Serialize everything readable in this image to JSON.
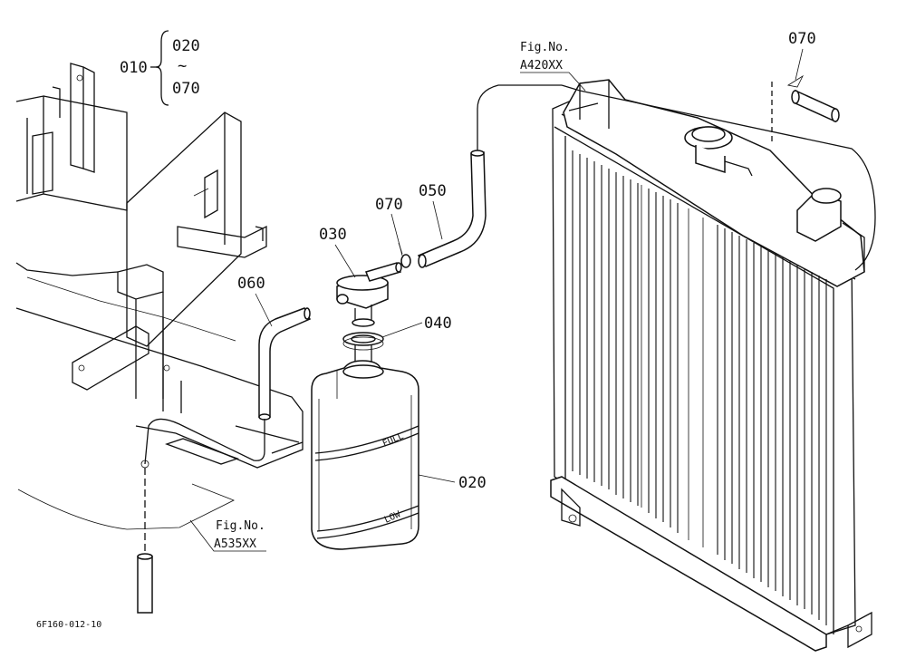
{
  "diagram": {
    "drawing_number": "6F160-012-10",
    "group_labels": {
      "parent": "010",
      "range_start": "020",
      "range_symbol": "~",
      "range_end": "070"
    },
    "callouts": {
      "hose_clamp_left": "070",
      "hose_050": "050",
      "cap_030": "030",
      "hose_060": "060",
      "gasket_040": "040",
      "tank_020": "020",
      "hose_clamp_right": "070"
    },
    "tank_markings": {
      "full": "FULL",
      "low": "LOW"
    },
    "figure_references": [
      {
        "prefix": "Fig.No.",
        "code": "A420XX"
      },
      {
        "prefix": "Fig.No.",
        "code": "A535XX"
      }
    ]
  }
}
